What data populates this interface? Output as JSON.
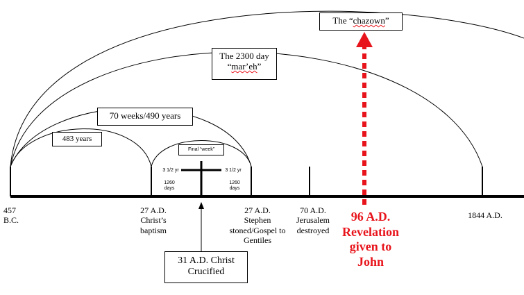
{
  "spans": {
    "chazown": {
      "prefix": "The “",
      "word": "chazown",
      "suffix": "”"
    },
    "days2300": {
      "line1": "The 2300 day",
      "line2_prefix": "“",
      "line2_word": "mar’eh",
      "line2_suffix": "”"
    },
    "weeks70": "70 weeks/490 years",
    "years483": "483 years",
    "final_week": "Final “week”",
    "half_left": "3 1/2 yr",
    "half_right": "3 1/2 yr",
    "days_left": "1260 days",
    "days_right": "1260 days"
  },
  "timeline": [
    {
      "id": "bc457",
      "year": "457",
      "desc": "B.C."
    },
    {
      "id": "ad27a",
      "year": "27 A.D.",
      "desc": "Christ’s baptism"
    },
    {
      "id": "ad27b",
      "year": "27 A.D.",
      "desc": "Stephen stoned/Gospel to Gentiles"
    },
    {
      "id": "ad70",
      "year": "70 A.D.",
      "desc": "Jerusalem destroyed"
    },
    {
      "id": "ad1844",
      "year": "1844 A.D.",
      "desc": ""
    }
  ],
  "callouts": {
    "crucified": {
      "line1": "31 A.D. Christ",
      "line2": "Crucified"
    },
    "revelation": [
      "96 A.D.",
      "Revelation",
      "given to",
      "John"
    ]
  },
  "colors": {
    "line": "#000000",
    "highlight": "#e8141b"
  }
}
